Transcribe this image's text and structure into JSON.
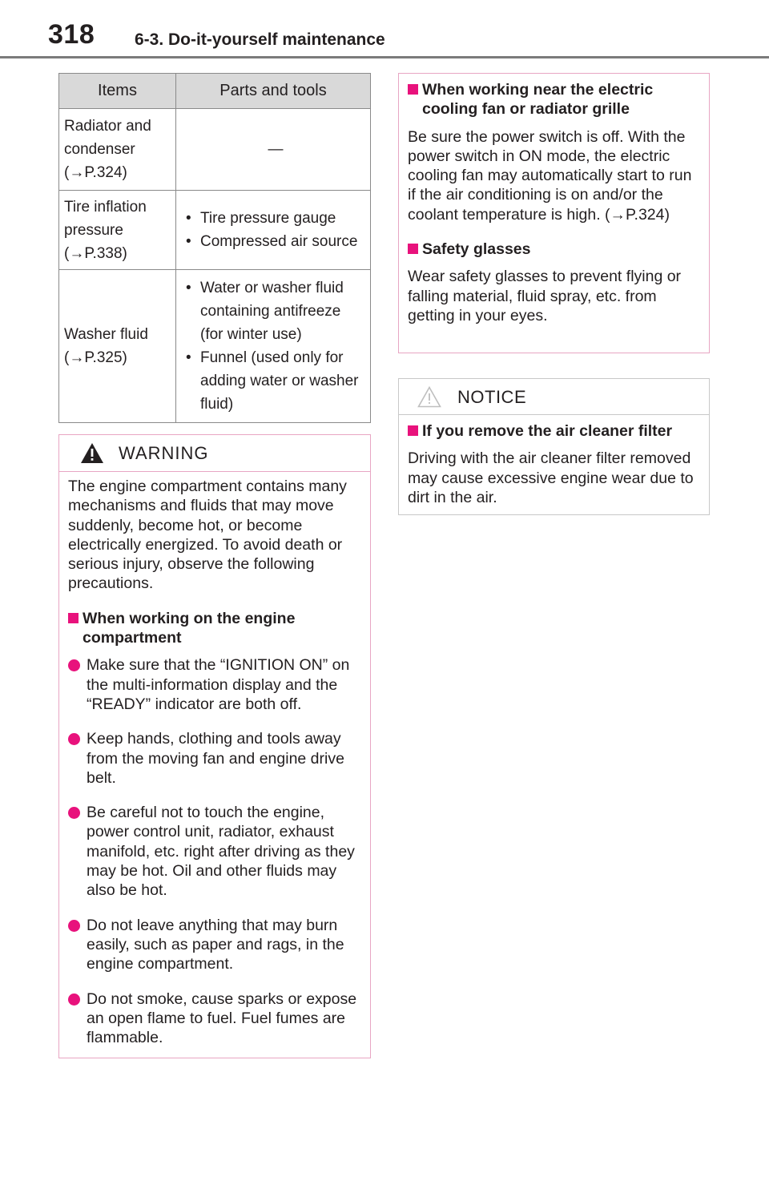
{
  "header": {
    "page_number": "318",
    "section": "6-3. Do-it-yourself maintenance"
  },
  "table": {
    "headers": [
      "Items",
      "Parts and tools"
    ],
    "rows": [
      {
        "item": [
          "Radiator and",
          "condenser",
          "(→P.324)"
        ],
        "tools": "—"
      },
      {
        "item": [
          "Tire inflation",
          "pressure",
          "(→P.338)"
        ],
        "tools": [
          "Tire pressure gauge",
          "Compressed air source"
        ]
      },
      {
        "item": [
          "Washer fluid",
          "(→P.325)"
        ],
        "tools": [
          "Water or washer fluid containing antifreeze (for winter use)",
          "Funnel (used only for adding water or washer fluid)"
        ]
      }
    ]
  },
  "warning": {
    "label": "WARNING",
    "intro": "The engine compartment contains many mechanisms and fluids that may move suddenly, become hot, or become electrically energized. To avoid death or serious injury, observe the following precautions.",
    "subheading": "When working on the engine compartment",
    "bullets": [
      "Make sure that the “IGNITION ON” on the multi-information display and the “READY” indicator are both off.",
      "Keep hands, clothing and tools away from the moving fan and engine drive belt.",
      "Be careful not to touch the engine, power control unit, radiator, exhaust manifold, etc. right after driving as they may be hot. Oil and other fluids may also be hot.",
      "Do not leave anything that may burn easily, such as paper and rags, in the engine compartment.",
      "Do not smoke, cause sparks or expose an open flame to fuel. Fuel fumes are flammable."
    ],
    "cont": [
      {
        "heading": "When working near the electric cooling fan or radiator grille",
        "text": "Be sure the power switch is off. With the power switch in ON mode, the electric cooling fan may automatically start to run if the air conditioning is on and/or the coolant temperature is high. (→P.324)"
      },
      {
        "heading": "Safety glasses",
        "text": "Wear safety glasses to prevent flying or falling material, fluid spray, etc. from getting in your eyes."
      }
    ]
  },
  "notice": {
    "label": "NOTICE",
    "heading": "If you remove the air cleaner filter",
    "text": "Driving with the air cleaner filter removed may cause excessive engine wear due to dirt in the air."
  },
  "colors": {
    "accent": "#e8127c",
    "box_border": "#e8a6c3",
    "header_fill": "#d9d9d9"
  }
}
